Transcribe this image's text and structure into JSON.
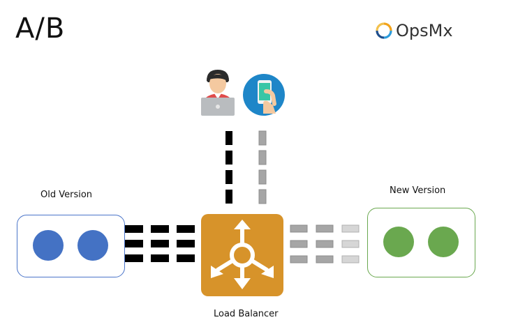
{
  "title": "A/B",
  "brand": {
    "name": "OpsMx",
    "icon": "opsmx-ring-logo-icon"
  },
  "labels": {
    "old_version": "Old Version",
    "new_version": "New Version",
    "load_balancer": "Load Balancer"
  },
  "icons": {
    "desktop_user": "desktop-user-icon",
    "mobile_user": "mobile-phone-icon",
    "load_balancer": "load-balancer-icon"
  },
  "colors": {
    "old_version": "#4472c4",
    "new_version": "#6aa84f",
    "load_balancer": "#d7932a",
    "old_traffic": "#000000",
    "new_traffic": "#a6a6a6",
    "mobile_badge": "#1e86c8"
  }
}
